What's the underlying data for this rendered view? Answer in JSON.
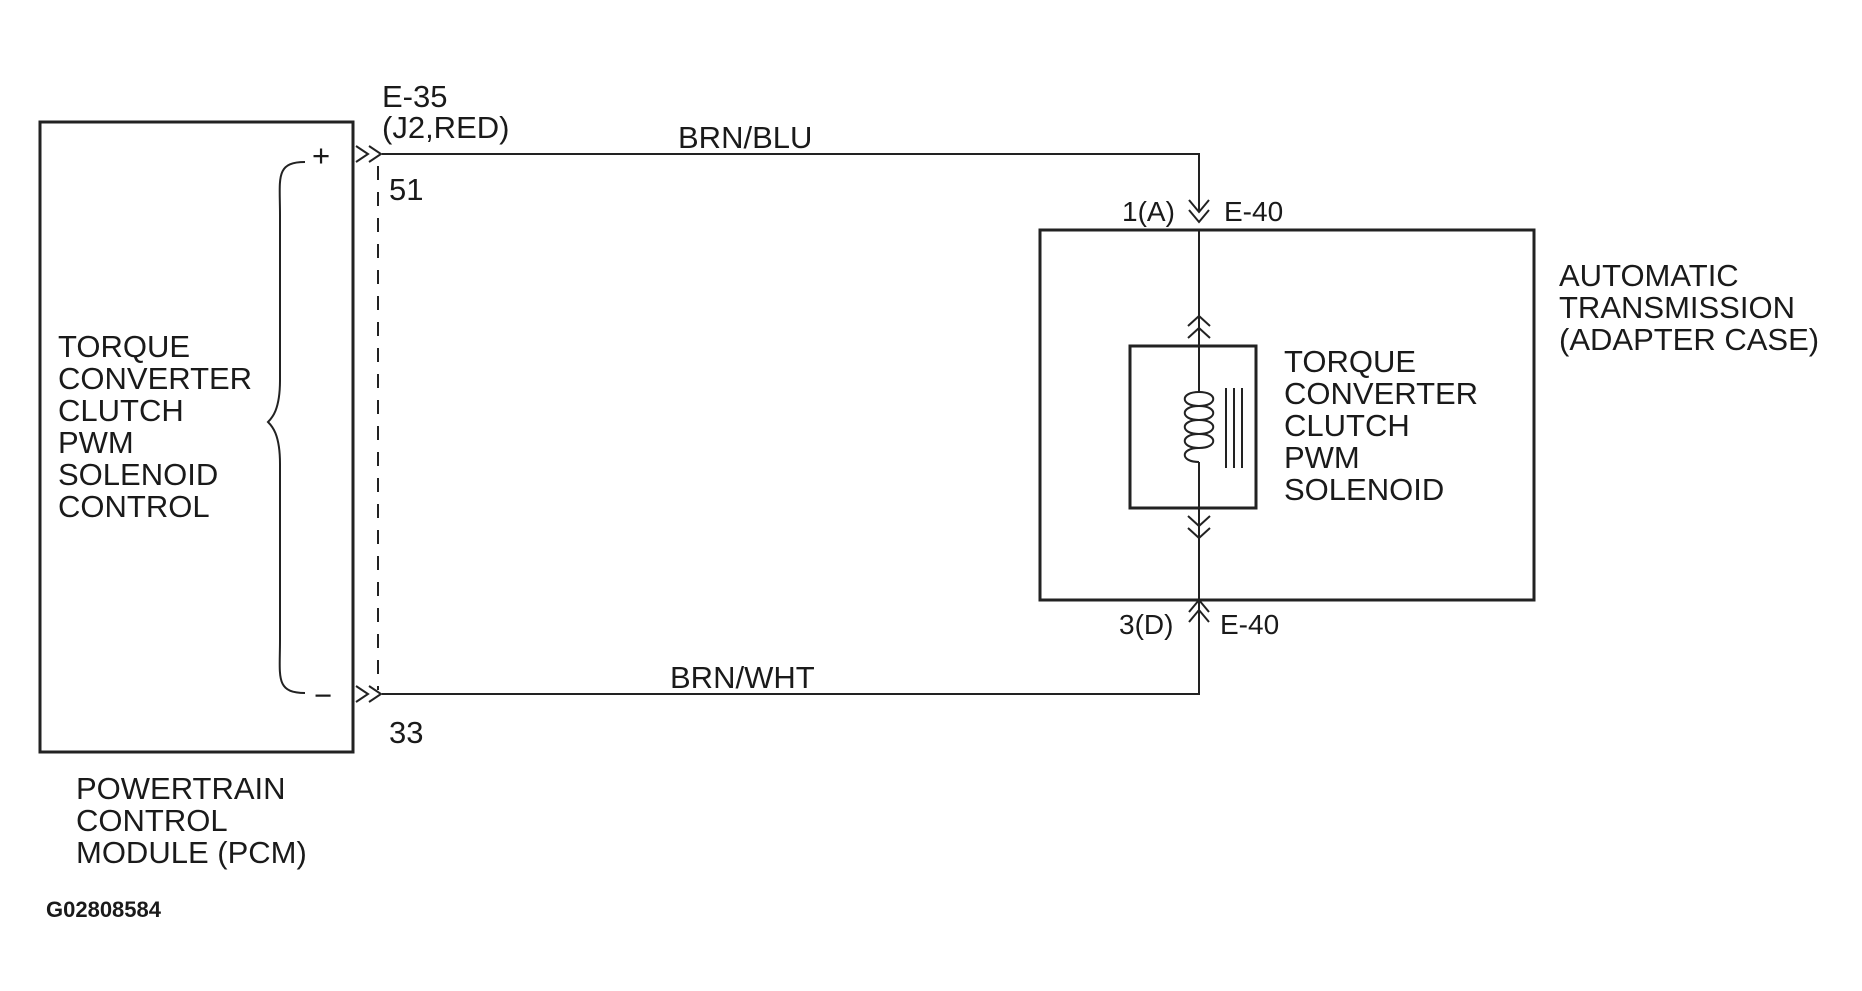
{
  "pcm": {
    "function_lines": [
      "TORQUE",
      "CONVERTER",
      "CLUTCH",
      "PWM",
      "SOLENOID",
      "CONTROL"
    ],
    "name_lines": [
      "POWERTRAIN",
      "CONTROL",
      "MODULE (PCM)"
    ],
    "plus": "+",
    "minus": "−"
  },
  "connector_e35": {
    "id": "E-35",
    "desc": "(J2,RED)",
    "pin_top": "51",
    "pin_bottom": "33"
  },
  "wires": {
    "top": "BRN/BLU",
    "bottom": "BRN/WHT"
  },
  "connector_e40": {
    "top_pin": "1(A)",
    "top_id": "E-40",
    "bottom_pin": "3(D)",
    "bottom_id": "E-40"
  },
  "transmission": {
    "name_lines": [
      "AUTOMATIC",
      "TRANSMISSION",
      "(ADAPTER  CASE)"
    ]
  },
  "solenoid": {
    "name_lines": [
      "TORQUE",
      "CONVERTER",
      "CLUTCH",
      "PWM",
      "SOLENOID"
    ]
  },
  "figure_code": "G02808584"
}
